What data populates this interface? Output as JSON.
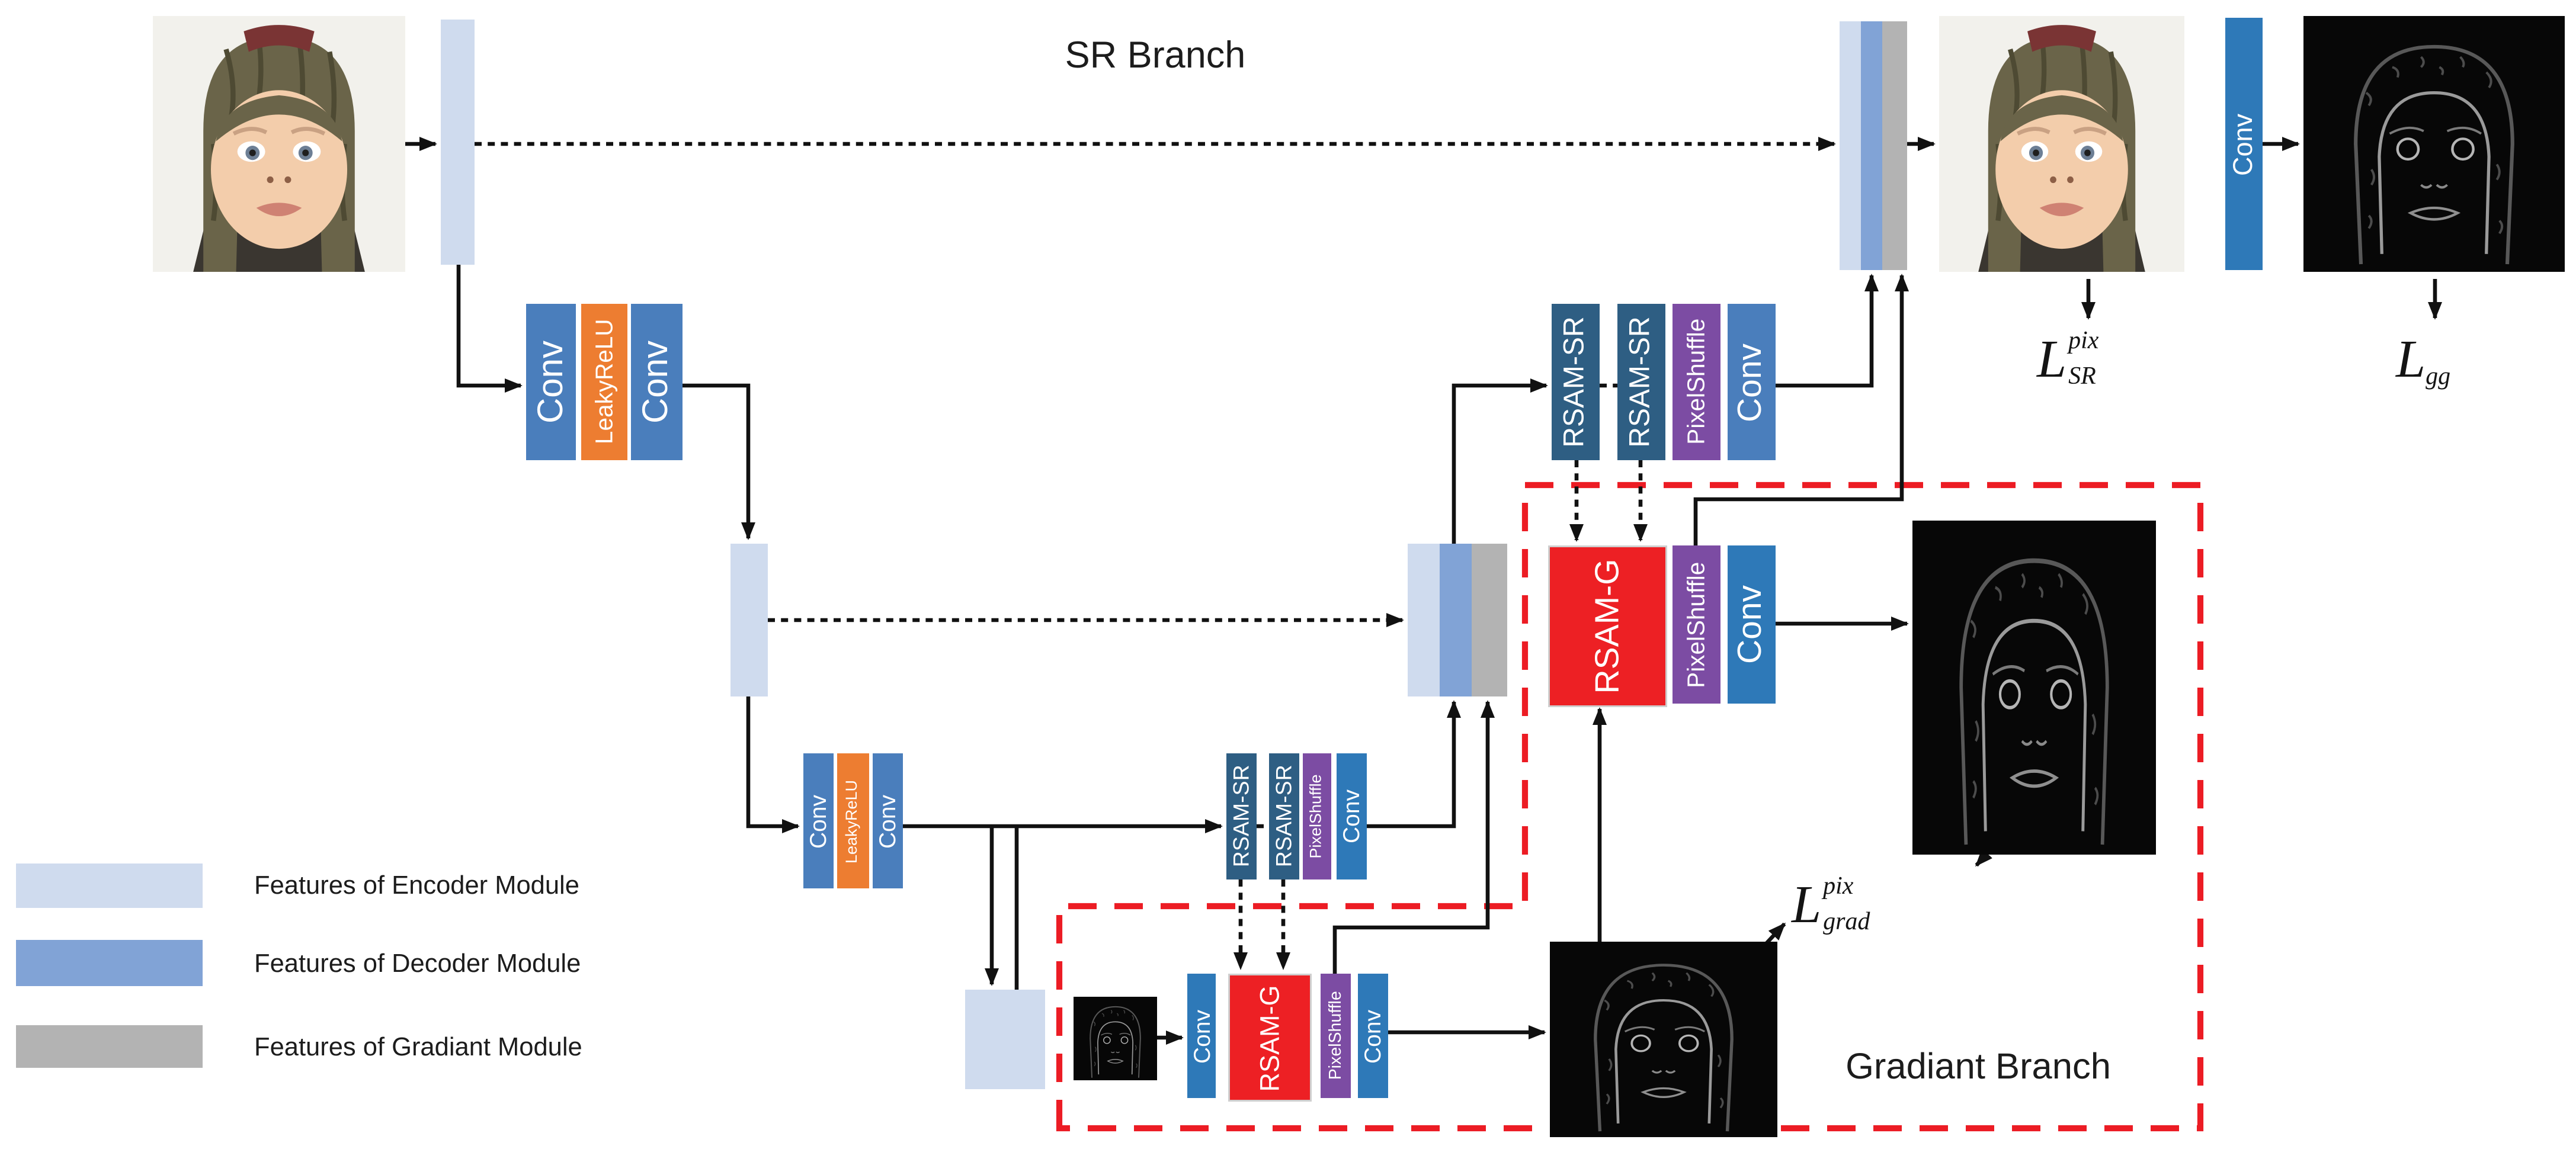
{
  "title": "SR Branch",
  "gradient_branch_title": "Gradiant Branch",
  "blocks": {
    "conv": "Conv",
    "leakyrelu": "LeakyReLU",
    "rsam_sr": "RSAM-SR",
    "rsam_g": "RSAM-G",
    "pixelshuffle": "PixelShuffle"
  },
  "losses": {
    "sr": {
      "base": "L",
      "sup": "pix",
      "sub": "SR"
    },
    "gg": {
      "base": "L",
      "sub": "gg"
    },
    "grad": {
      "base": "L",
      "sup": "pix",
      "sub": "grad"
    }
  },
  "legend": [
    {
      "label": "Features of Encoder Module",
      "color": "#cfdbee"
    },
    {
      "label": "Features of Decoder Module",
      "color": "#81a3d6"
    },
    {
      "label": "Features of Gradiant Module",
      "color": "#b3b3b3"
    }
  ],
  "colors": {
    "encoder_feature": "#cfdbee",
    "decoder_feature": "#81a3d6",
    "gradient_feature": "#b3b3b3",
    "conv_soft_blue": "#4a7ebc",
    "conv_strong_blue": "#2e79b8",
    "leakyrelu_orange": "#ed7d31",
    "rsam_sr_blue": "#2e5e83",
    "pixelshuffle_purple": "#7c4ca3",
    "rsam_g_red": "#ed2024",
    "gradient_branch_border_red": "#ec1c24",
    "line_black": "#111111"
  }
}
